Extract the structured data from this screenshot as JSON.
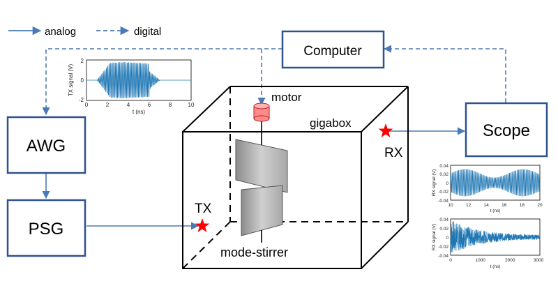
{
  "legend": {
    "analog_label": "analog",
    "digital_label": "digital"
  },
  "colors": {
    "arrow": "#4a7ab5",
    "box_border": "#2f528f",
    "signal": "#1f77b4",
    "star": "#ff0000",
    "motor": "#ff8a8a"
  },
  "blocks": {
    "computer": "Computer",
    "awg": "AWG",
    "psg": "PSG",
    "scope": "Scope"
  },
  "labels": {
    "motor": "motor",
    "gigabox": "gigabox",
    "tx": "TX",
    "rx": "RX",
    "mode_stirrer": "mode-stirrer"
  },
  "chart_data": [
    {
      "type": "line",
      "id": "tx-signal",
      "xlabel": "t (ns)",
      "ylabel": "TX signal (V)",
      "xlim": [
        0,
        10
      ],
      "ylim": [
        -2,
        2
      ],
      "xticks": [
        "0",
        "2",
        "4",
        "6",
        "8",
        "10"
      ],
      "yticks": [
        "2",
        "0",
        "-2"
      ],
      "description_values": {
        "burst_start_ns": 1.0,
        "burst_end_ns": 6.0,
        "tail_end_ns": 7.0,
        "peak_amplitude_v": 1.8
      }
    },
    {
      "type": "line",
      "id": "rx-signal-zoom",
      "xlabel": "t (ns)",
      "ylabel": "RX signal (V)",
      "xlim": [
        10,
        20
      ],
      "ylim": [
        -0.04,
        0.04
      ],
      "xticks": [
        "10",
        "12",
        "14",
        "16",
        "18",
        "20"
      ],
      "yticks": [
        "0.04",
        "0.02",
        "0",
        "-0.02",
        "-0.04"
      ]
    },
    {
      "type": "line",
      "id": "rx-signal-full",
      "xlabel": "t (ns)",
      "ylabel": "RX signal (V)",
      "xlim": [
        0,
        3000
      ],
      "ylim": [
        -0.04,
        0.04
      ],
      "xticks": [
        "0",
        "1000",
        "2000",
        "3000"
      ],
      "yticks": [
        "0.04",
        "0.02",
        "0",
        "-0.02",
        "-0.04"
      ]
    }
  ]
}
